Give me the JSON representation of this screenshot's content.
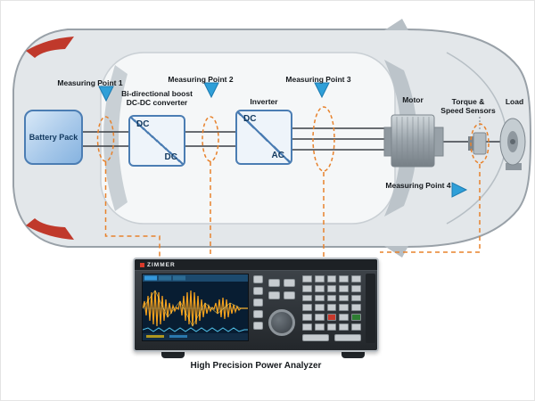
{
  "diagram": {
    "measuring_points": [
      {
        "label": "Measuring Point 1"
      },
      {
        "label": "Measuring Point 2"
      },
      {
        "label": "Measuring Point 3"
      },
      {
        "label": "Measuring Point 4"
      }
    ],
    "battery": {
      "label": "Battery Pack"
    },
    "dcdc": {
      "title_line1": "Bi-directional boost",
      "title_line2": "DC-DC converter",
      "top_label": "DC",
      "bottom_label": "DC"
    },
    "inverter": {
      "title": "Inverter",
      "top_label": "DC",
      "bottom_label": "AC"
    },
    "motor": {
      "label": "Motor"
    },
    "sensors": {
      "label_line1": "Torque &",
      "label_line2": "Speed Sensors"
    },
    "load": {
      "label": "Load"
    },
    "analyzer": {
      "brand": "ZIMMER",
      "caption": "High Precision Power Analyzer"
    },
    "colors": {
      "measure_accent": "#E8822C",
      "box_border": "#4B7DB3",
      "triangle": "#2F9FD8"
    }
  }
}
